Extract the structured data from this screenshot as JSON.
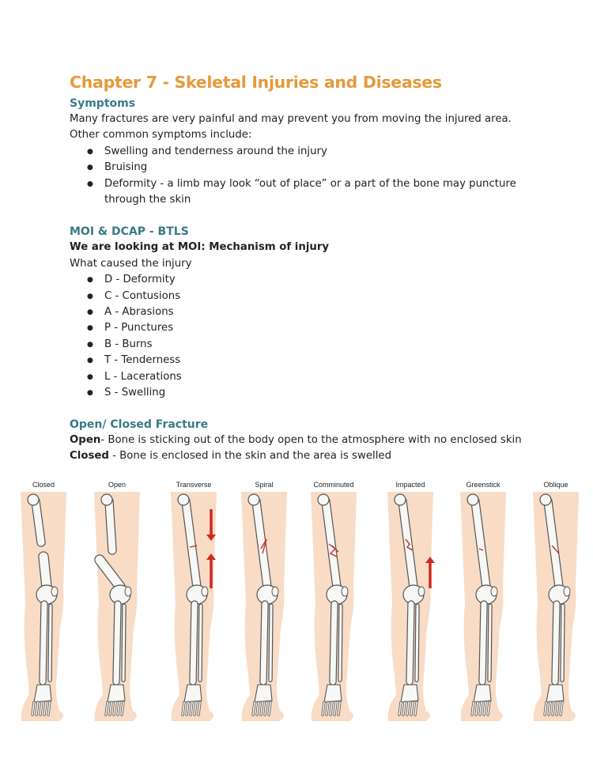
{
  "title": "Chapter 7 - Skeletal Injuries and Diseases",
  "symptoms": {
    "heading": "Symptoms",
    "intro": "Many fractures are very painful and may prevent you from moving the injured area. Other common symptoms include:",
    "items": [
      "Swelling and tenderness around the injury",
      "Bruising",
      "Deformity - a limb may look “out of place” or a part of the bone may puncture through the skin"
    ]
  },
  "moi": {
    "heading": "MOI & DCAP - BTLS",
    "subheading": "We are looking at MOI: Mechanism of injury",
    "intro": "What caused the injury",
    "items": [
      "D - Deformity",
      "C - Contusions",
      "A - Abrasions",
      "P - Punctures",
      "B - Burns",
      "T - Tenderness",
      "L - Lacerations",
      "S - Swelling"
    ]
  },
  "fracture": {
    "heading": "Open/ Closed Fracture",
    "open_term": "Open",
    "open_text": "- Bone is sticking out of the body open to the atmosphere with no enclosed skin",
    "closed_term": "Closed",
    "closed_text": " - Bone is enclosed in the skin and the area is swelled"
  },
  "diagram": {
    "labels": [
      "Closed",
      "Open",
      "Transverse",
      "Spiral",
      "Comminuted",
      "Impacted",
      "Greenstick",
      "Oblique"
    ],
    "colors": {
      "skin": "#f8dcc6",
      "bone": "#f7f7f5",
      "outline": "#555555",
      "fracture": "#cc2a22"
    }
  }
}
